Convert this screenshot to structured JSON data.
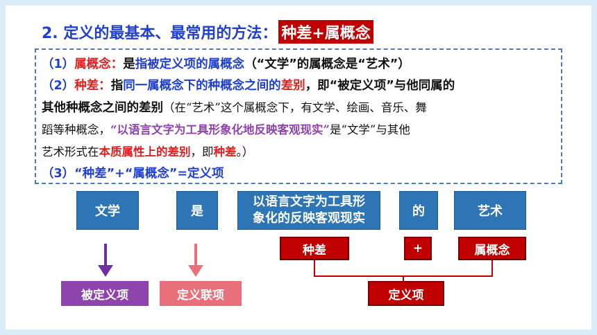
{
  "heading": {
    "text": "2. 定义的最基本、最常用的方法：",
    "highlight": "种差+属概念"
  },
  "definition": {
    "l1": {
      "num": "（1）",
      "term": "属概念：",
      "p1": "是",
      "p2": "指被定义项的属概念",
      "p3": "（“文学”的属概念是“艺术”）"
    },
    "l2": {
      "num": "（2）",
      "term": "种差：",
      "p1": "指",
      "p2": "同一属概念下的种概念之间的",
      "p3": "差别",
      "p4": "，即“被定义项”与他同属的"
    },
    "l3": {
      "p1": "其他种概念之间的差别",
      "p2": "（在“艺术”这个属概念下，有文学、绘画、音乐、舞"
    },
    "l4": {
      "p1": "蹈等种概念，",
      "p2": "“以语言文字为工具形象化地反映客观现实”",
      "p3": "是“文学”与其他"
    },
    "l5": {
      "p1": "艺术形式在",
      "p2": "本质属性上的差别",
      "p3": "，即",
      "p4": "种差",
      "p5": "。）"
    },
    "l6": {
      "text": "（3）“种差”+“属概念”=定义项"
    }
  },
  "diagram": {
    "box_wenxue": "文学",
    "box_shi": "是",
    "box_desc_1": "以语言文字为工具形",
    "box_desc_2": "象化的反映客观现实",
    "box_de": "的",
    "box_yishu": "艺术",
    "label_zhongcha": "种差",
    "label_plus": "+",
    "label_shugainian": "属概念",
    "label_beidingyi": "被定义项",
    "label_dingyilian": "定义联项",
    "label_dingyixiang": "定义项"
  },
  "colors": {
    "blue_text": "#1f3fd1",
    "red": "#c00000",
    "box_blue": "#2e75b6",
    "purple": "#8e44ad",
    "pink": "#e8707a"
  }
}
